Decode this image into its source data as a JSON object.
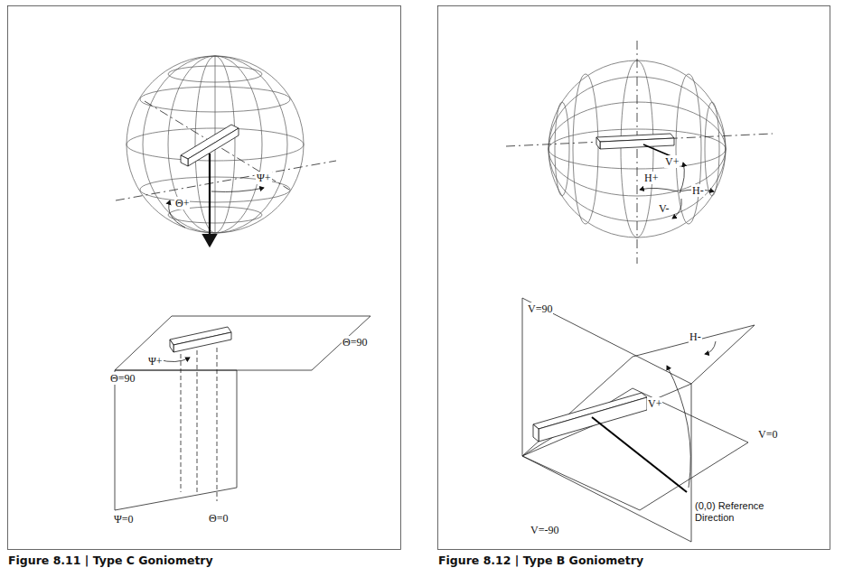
{
  "diagram": {
    "labels": [
      "Ψ+",
      "Θ+",
      "Θ=90",
      "Θ=90",
      "Ψ+",
      "Ψ=0",
      "Θ=0",
      "Figure 8.11 | Type C Goniometry",
      "V+",
      "H+",
      "H-",
      "V-",
      "V=90",
      "H-",
      "V+",
      "V=0",
      "V=-90",
      "(0,0) Reference Direction",
      "Figure 8.12 | Type B Goniometry"
    ]
  }
}
